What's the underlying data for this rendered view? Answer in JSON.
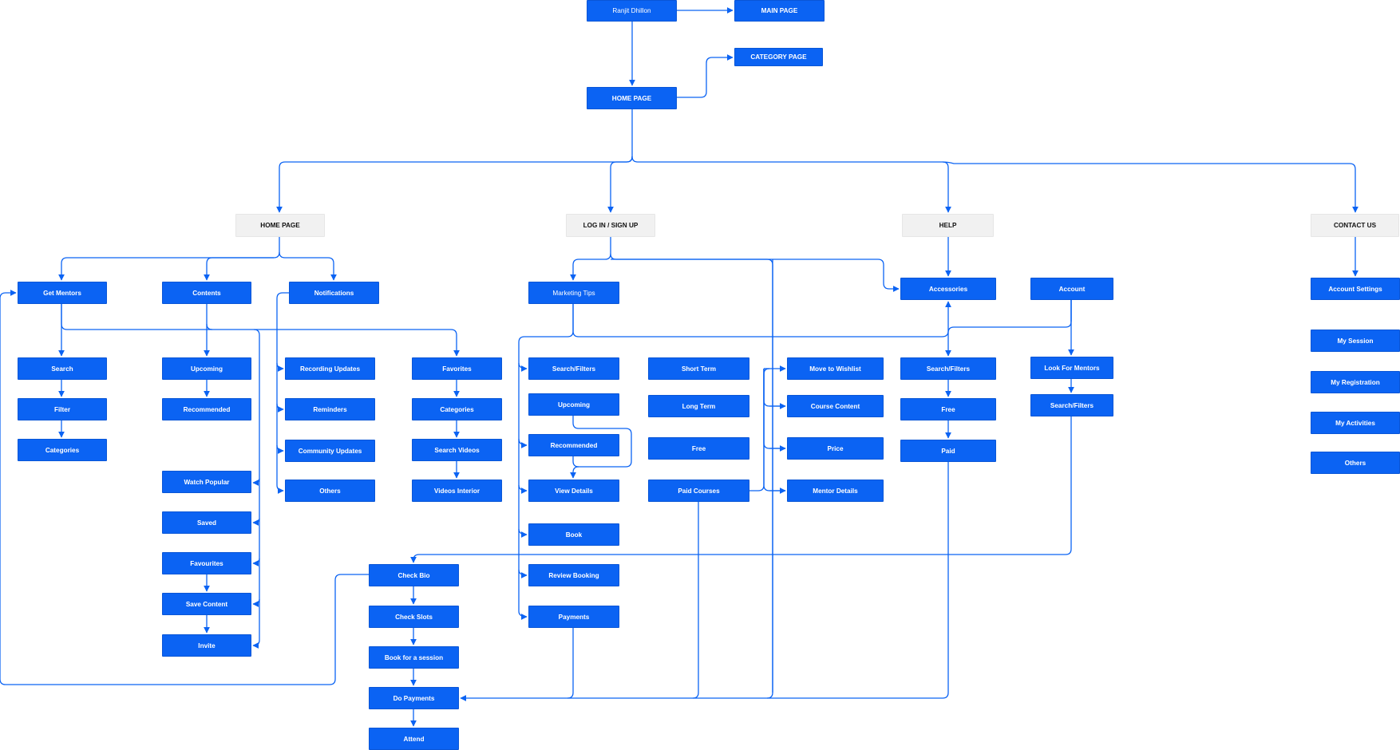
{
  "colors": {
    "node": "#0b63f3",
    "edge": "#0b63f3",
    "section_bg": "#f1f1f1",
    "section_text": "#111111"
  },
  "nodes": {
    "ranjit": "Ranjit Dhillon",
    "main_page": "MAIN PAGE",
    "category_page": "CATEGORY PAGE",
    "home_page_top": "HOME PAGE",
    "home_page_section": "HOME PAGE",
    "login_signup": "LOG IN / SIGN UP",
    "help": "HELP",
    "contact_us": "CONTACT US",
    "get_mentors": "Get Mentors",
    "contents": "Contents",
    "notifications": "Notifications",
    "marketing_tips": "Marketing Tips",
    "accessories": "Accessories",
    "account": "Account",
    "account_settings": "Account Settings",
    "search": "Search",
    "filter": "Filter",
    "categories_1": "Categories",
    "upcoming_1": "Upcoming",
    "recommended_1": "Recommended",
    "watch_popular": "Watch Popular",
    "saved": "Saved",
    "favourites": "Favourites",
    "save_content": "Save Content",
    "invite": "Invite",
    "recording_updates": "Recording Updates",
    "reminders": "Reminders",
    "community_updates": "Community Updates",
    "others_1": "Others",
    "favorites": "Favorites",
    "categories_2": "Categories",
    "search_videos": "Search Videos",
    "videos_interior": "Videos Interior",
    "search_filters_1": "Search/Filters",
    "upcoming_2": "Upcoming",
    "recommended_2": "Recommended",
    "view_details": "View Details",
    "book": "Book",
    "review_booking": "Review Booking",
    "payments": "Payments",
    "short_term": "Short Term",
    "long_term": "Long Term",
    "free_1": "Free",
    "paid_courses": "Paid Courses",
    "move_to_wishlist": "Move to Wishlist",
    "course_content": "Course Content",
    "price": "Price",
    "mentor_details": "Mentor Details",
    "search_filters_2": "Search/Filters",
    "free_2": "Free",
    "paid": "Paid",
    "look_for_mentors": "Look For Mentors",
    "search_filters_3": "Search/Filters",
    "my_session": "My Session",
    "my_registration": "My Registration",
    "my_activities": "My Activities",
    "others_2": "Others",
    "check_bio": "Check Bio",
    "check_slots": "Check Slots",
    "book_session": "Book for a session",
    "do_payments": "Do Payments",
    "attend": "Attend"
  }
}
